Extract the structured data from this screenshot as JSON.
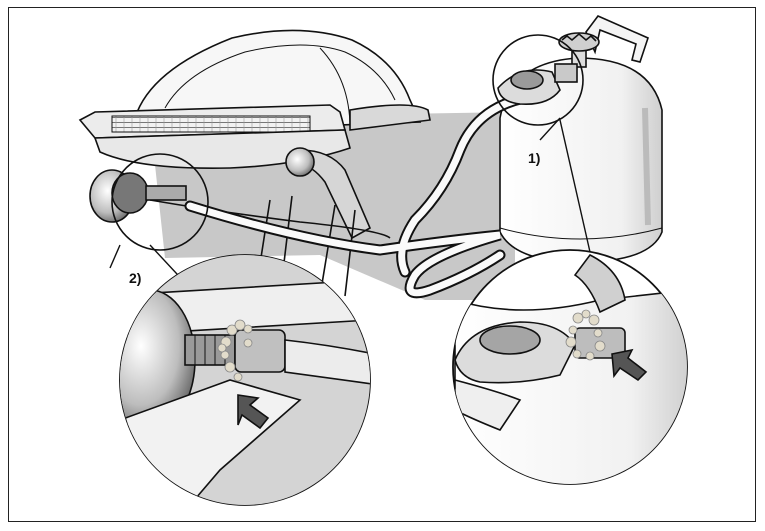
{
  "callouts": {
    "one": "1)",
    "two": "2)"
  },
  "colors": {
    "background": "#ffffff",
    "floor_shade": "#c8c8c8",
    "line": "#111111",
    "metal_light": "#e6e6e6",
    "metal_mid": "#9a9a9a",
    "metal_dark": "#555555",
    "bubbles": "#e2dccb"
  },
  "icons": [
    "barbecue-grill",
    "propane-tank",
    "regulator",
    "hose",
    "soap-bubbles-leak-test",
    "pointer-arrow"
  ]
}
